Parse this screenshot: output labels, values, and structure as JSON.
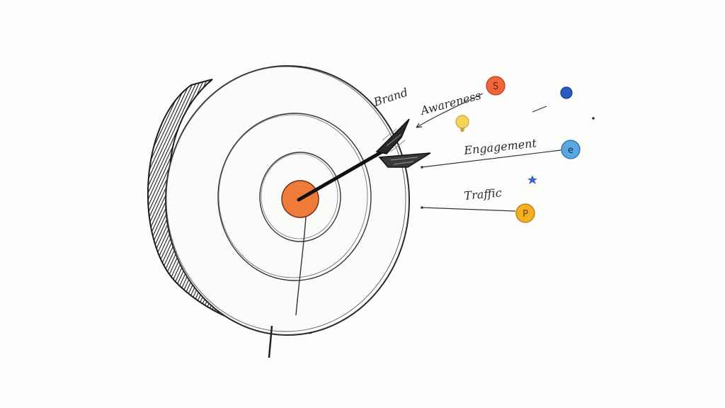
{
  "labels": {
    "brand": "Brand",
    "awareness": "Awareness",
    "engagement": "Engagement",
    "traffic": "Traffic"
  },
  "icons": {
    "awareness_glyph": "S",
    "engagement_glyph": "e",
    "traffic_glyph": "P"
  },
  "colors": {
    "bullseye": "#f07a3a",
    "awareness_dot": "#f0663a",
    "blue_dot": "#2a5bc4",
    "yellow_dot": "#f7d25a",
    "engagement_dot": "#5aa7e0",
    "traffic_dot": "#f2b022",
    "star": "#3b63c9",
    "ink": "#222222",
    "paper": "#fdfdfb"
  }
}
